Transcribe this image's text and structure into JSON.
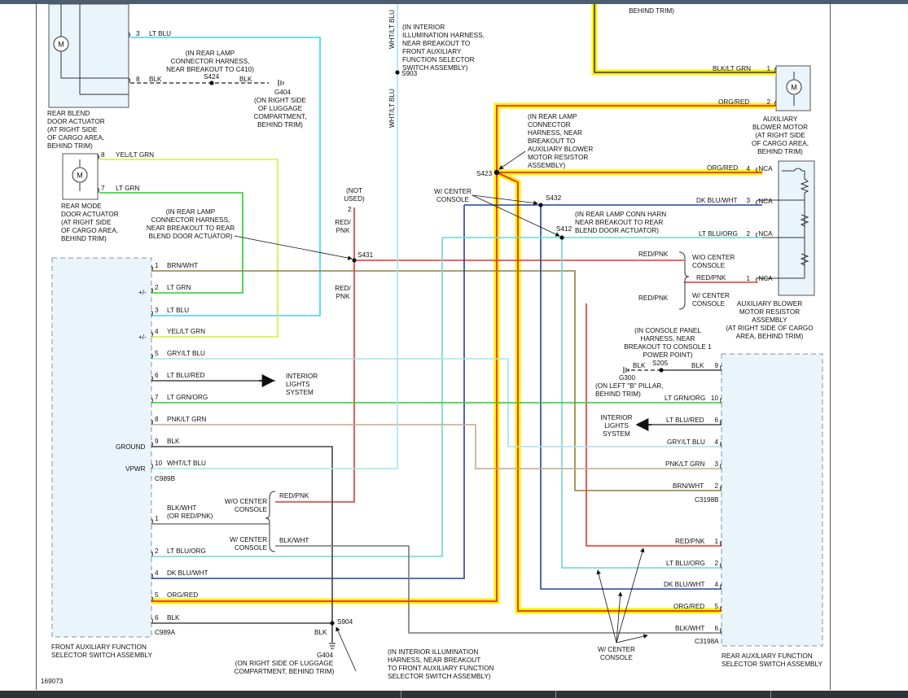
{
  "figure_id": "169073",
  "colors": {
    "lt_blu": "#3fd3f0",
    "yel_lt_grn": "#d4ee38",
    "lt_grn": "#2ccc2c",
    "brn_wht": "#8f7f42",
    "red_pnk": "#e8332a",
    "dk_blu_wht": "#27409a",
    "lt_blu_org": "#6ed6d6",
    "gry_lt_blu": "#a7e3ec",
    "pnk_lt_grn": "#c4a88a",
    "blk": "#444444",
    "blk_wht": "#777777",
    "org_red": "#e0342a",
    "highlight": "#fff200"
  },
  "components": {
    "rear_blend": "REAR BLEND\nDOOR ACTUATOR\n(AT RIGHT SIDE\nOF CARGO AREA,\nBEHIND TRIM)",
    "rear_mode": "REAR MODE\nDOOR ACTUATOR\n(AT RIGHT SIDE\nOF CARGO AREA,\nBEHIND TRIM)",
    "front_switch": "FRONT AUXILIARY FUNCTION\nSELECTOR SWITCH ASSEMBLY",
    "rear_switch": "REAR AUXILIARY FUNCTION\nSELECTOR SWITCH ASSEMBLY",
    "aux_motor": "AUXILIARY\nBLOWER MOTOR\n(AT RIGHT SIDE\nOF CARGO AREA,\nBEHIND TRIM)",
    "aux_resistor": "AUXILIARY BLOWER\nMOTOR RESISTOR\nASSEMBLY\n(AT RIGHT SIDE OF CARGO\nAREA, BEHIND TRIM)",
    "top_cut": "BEHIND TRIM)"
  },
  "motor_symbol": "M",
  "connectors": {
    "c989b": "C989B",
    "c989a": "C989A",
    "c3198b": "C3198B",
    "c3198a": "C3198A"
  },
  "splices": {
    "s424": "S424",
    "s903": "S903",
    "s423": "S423",
    "s432": "S432",
    "s412": "S412",
    "s431": "S431",
    "s205": "S205",
    "s904": "S904"
  },
  "grounds": {
    "g404_top": "G404",
    "g404_top_note": "(ON RIGHT SIDE\nOF LUGGAGE\nCOMPARTMENT,\nBEHIND TRIM)",
    "g300": "G300",
    "g300_note": "(ON LEFT \"B\" PILLAR,\nBEHIND TRIM)",
    "g404_bot": "G404",
    "g404_bot_note": "(ON RIGHT SIDE OF LUGGAGE\nCOMPARTMENT, BEHIND TRIM)"
  },
  "notes": {
    "s424_note": "(IN REAR LAMP\nCONNECTOR HARNESS,\nNEAR BREAKOUT TO C410)",
    "s903_note": "(IN INTERIOR\nILLUMINATION HARNESS,\nNEAR BREAKOUT TO\nFRONT AUXILIARY\nFUNCTION SELECTOR\nSWITCH ASSEMBLY)",
    "s423_note": "(IN REAR LAMP\nCONNECTOR\nHARNESS, NEAR\nBREAKOUT TO\nAUXILIARY BLOWER\nMOTOR RESISTOR\nASSEMBLY)",
    "s431_note": "(IN REAR LAMP\nCONNECTOR HARNESS,\nNEAR BREAKOUT TO REAR\nBLEND DOOR ACTUATOR)",
    "s412_note": "(IN REAR LAMP CONN HARN\nNEAR BREAKOUT TO REAR\nBLEND DOOR ACTUATOR)",
    "s205_note": "(IN CONSOLE PANEL\nHARNESS, NEAR\nBREAKOUT TO CONSOLE 1\nPOWER POINT)",
    "s904_note": "(IN INTERIOR ILLUMINATION\nHARNESS, NEAR BREAKOUT\nTO FRONT AUXILIARY FUNCTION\nSELECTOR SWITCH ASSEMBLY)",
    "not_used": "(NOT\nUSED)",
    "w_center_console_mid": "W/ CENTER\nCONSOLE",
    "wo_center_console_right": "W/O CENTER\nCONSOLE",
    "w_center_console_right": "W/ CENTER\nCONSOLE",
    "wo_center_console_left": "W/O CENTER\nCONSOLE",
    "w_center_console_left": "W/ CENTER\nCONSOLE",
    "w_center_console_bottom": "W/ CENTER\nCONSOLE",
    "interior_lights_left": "INTERIOR\nLIGHTS\nSYSTEM",
    "interior_lights_right": "INTERIOR\nLIGHTS\nSYSTEM",
    "ground": "GROUND",
    "vpwr": "VPWR",
    "pm": "+/-",
    "nca": "NCA"
  },
  "wire_labels": {
    "lt_blu": "LT BLU",
    "blk": "BLK",
    "yel_lt_grn": "YEL/LT GRN",
    "lt_grn": "LT GRN",
    "wht_lt_blu": "WHT/LT BLU",
    "red_pnk": "RED/\nPNK",
    "red_pnk_h": "RED/PNK",
    "blk_lt_grn": "BLK/LT GRN",
    "org_red": "ORG/RED",
    "dk_blu_wht": "DK BLU/WHT",
    "lt_blu_org": "LT BLU/ORG",
    "brn_wht": "BRN/WHT",
    "gry_lt_blu": "GRY/LT BLU",
    "lt_blu_red": "LT BLU/RED",
    "lt_grn_org": "LT GRN/ORG",
    "pnk_lt_grn": "PNK/LT GRN",
    "blk_wht": "BLK/WHT",
    "blk_wht_or": "BLK/WHT\n(OR RED/PNK)"
  }
}
